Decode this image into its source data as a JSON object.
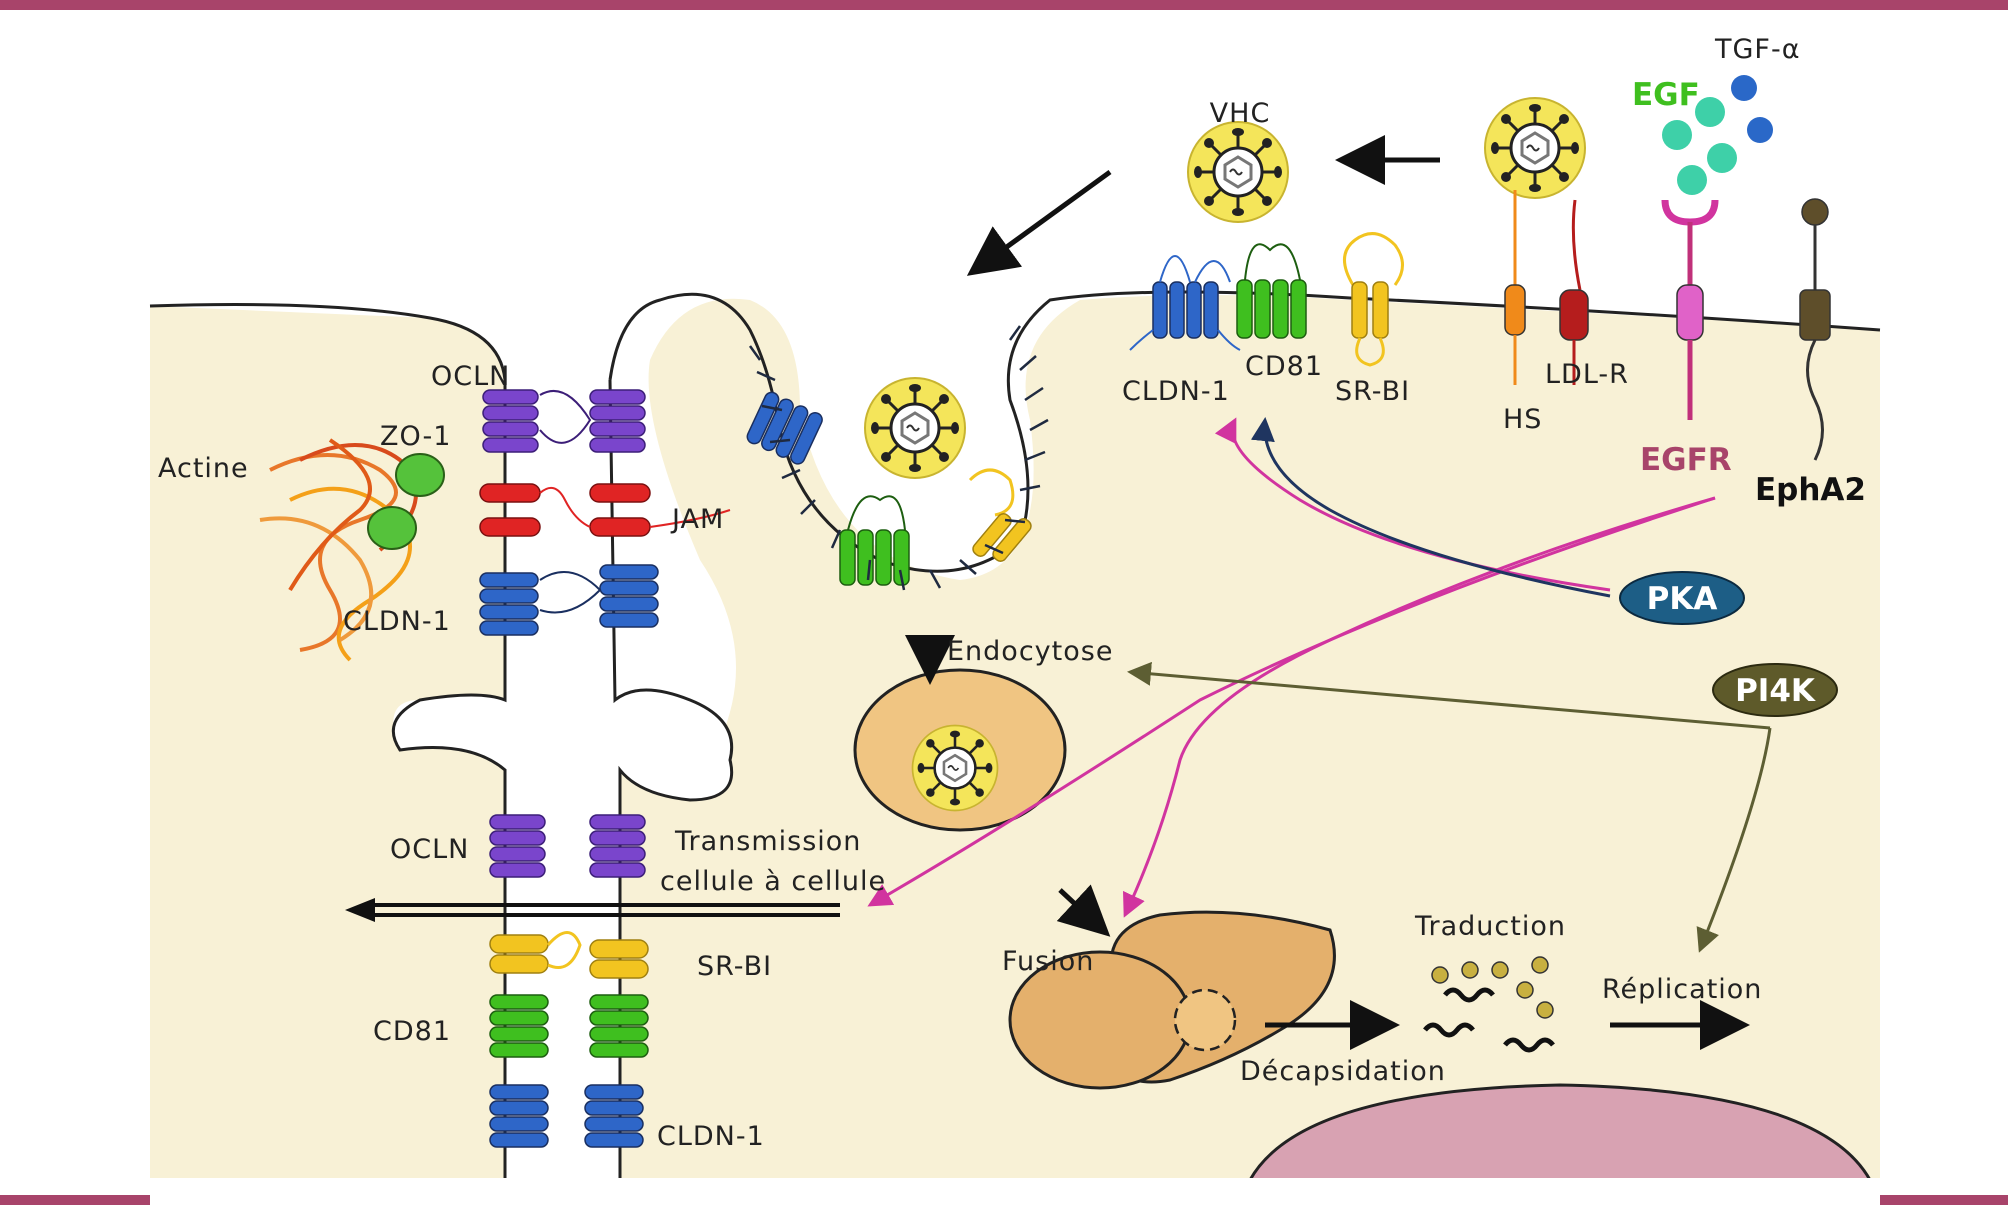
{
  "labels": {
    "vhc": "VHC",
    "tgf": "TGF-α",
    "egf": "EGF",
    "ocln_top": "OCLN",
    "zo1": "ZO-1",
    "actine": "Actine",
    "jam": "JAM",
    "cldn1_left": "CLDN-1",
    "cldn1_top": "CLDN-1",
    "cd81_top": "CD81",
    "srbi_top": "SR-BI",
    "hs": "HS",
    "ldlr": "LDL-R",
    "egfr": "EGFR",
    "epha2": "EphA2",
    "pka": "PKA",
    "pi4k": "PI4K",
    "endocytose": "Endocytose",
    "ocln_bottom": "OCLN",
    "transmission_1": "Transmission",
    "transmission_2": "cellule à cellule",
    "srbi_bottom": "SR-BI",
    "cd81_bottom": "CD81",
    "cldn1_bottom": "CLDN-1",
    "fusion": "Fusion",
    "traduction": "Traduction",
    "replication": "Réplication",
    "decapsidation": "Décapsidation"
  },
  "colors": {
    "border": "#a8446a",
    "cell": "#f8f1d6",
    "claudin": "#2e66c8",
    "occludin": "#7a45cc",
    "jam": "#e02424",
    "cd81": "#3fbf1f",
    "srbi": "#f2c420",
    "ldlr": "#b51d1d",
    "hs": "#f08a1a",
    "egfr": "#e062c8",
    "epha2": "#5e4e2a",
    "egf": "#3ed0a8",
    "tgf": "#2a68c8",
    "virus": "#f4e55a",
    "pka": "#1d5e86",
    "pi4k": "#5e5a2a",
    "magenta_arrow": "#d1349f",
    "navy_arrow": "#1f3560",
    "olive_arrow": "#5d5e33",
    "nucleus": "#d8a2b2"
  },
  "icons": [
    "virus-particle",
    "endosome",
    "nucleus",
    "ribosome"
  ]
}
